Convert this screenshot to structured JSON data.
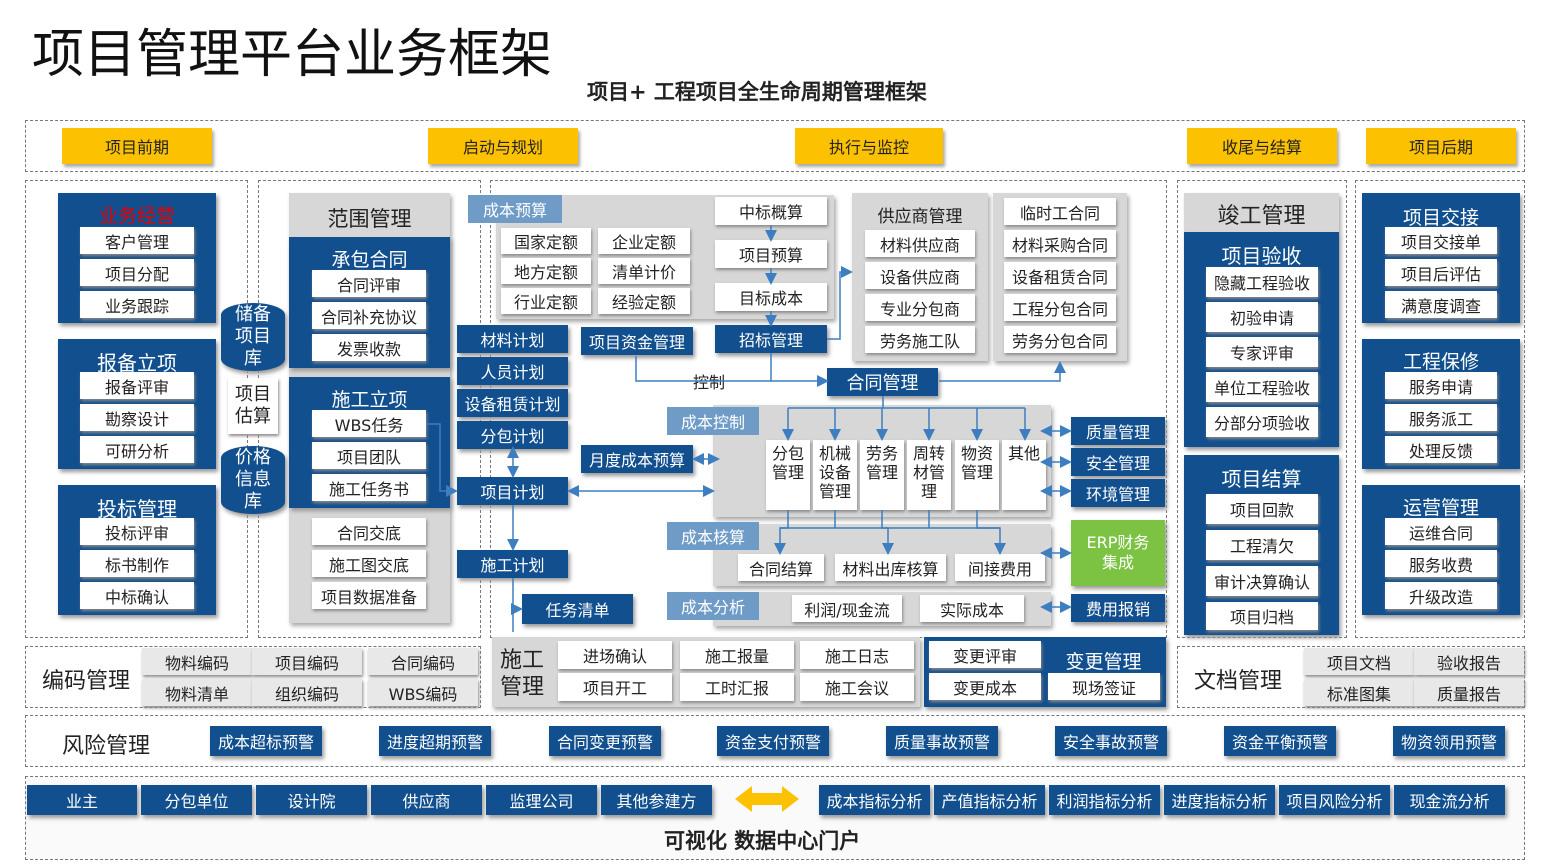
{
  "title": "项目管理平台业务框架",
  "subtitle": "项目+ 工程项目全生命周期管理框架",
  "phases": [
    "项目前期",
    "启动与规划",
    "执行与监控",
    "收尾与结算",
    "项目后期"
  ],
  "left_col": {
    "biz": {
      "title": "业务经营",
      "items": [
        "客户管理",
        "项目分配",
        "业务跟踪"
      ]
    },
    "report": {
      "title": "报备立项",
      "items": [
        "报备评审",
        "勘察设计",
        "可研分析"
      ]
    },
    "bid": {
      "title": "投标管理",
      "items": [
        "投标评审",
        "标书制作",
        "中标确认"
      ]
    },
    "repo": "储备项目库",
    "estimate": "项目估算",
    "price_lib": "价格信息库"
  },
  "scope": {
    "title": "范围管理",
    "contract": {
      "title": "承包合同",
      "items": [
        "合同评审",
        "合同补充协议",
        "发票收款"
      ]
    },
    "construct": {
      "title": "施工立项",
      "items": [
        "WBS任务",
        "项目团队",
        "施工任务书"
      ]
    },
    "gray_items": [
      "合同交底",
      "施工图交底",
      "项目数据准备"
    ]
  },
  "plans": [
    "材料计划",
    "人员计划",
    "设备租赁计划",
    "分包计划",
    "项目计划",
    "施工计划",
    "任务清单"
  ],
  "budget": {
    "label": "成本预算",
    "quotas": [
      "国家定额",
      "企业定额",
      "地方定额",
      "清单计价",
      "行业定额",
      "经验定额"
    ],
    "flow": [
      "中标概算",
      "项目预算",
      "目标成本"
    ],
    "bid_mgmt": "招标管理",
    "fund_mgmt": "项目资金管理",
    "control_text": "控制",
    "contract_mgmt": "合同管理",
    "monthly": "月度成本预算"
  },
  "supplier": {
    "title": "供应商管理",
    "items": [
      "材料供应商",
      "设备供应商",
      "专业分包商",
      "劳务施工队"
    ]
  },
  "contracts": [
    "临时工合同",
    "材料采购合同",
    "设备租赁合同",
    "工程分包合同",
    "劳务分包合同"
  ],
  "cost_control": {
    "label": "成本控制",
    "items": [
      "分包\n管理",
      "机械\n设备\n管理",
      "劳务\n管理",
      "周转\n材管\n理",
      "物资\n管理",
      "其他"
    ]
  },
  "cost_account": {
    "label": "成本核算",
    "items": [
      "合同结算",
      "材料出库核算",
      "间接费用"
    ]
  },
  "cost_analysis": {
    "label": "成本分析",
    "items": [
      "利润/现金流",
      "实际成本"
    ]
  },
  "right_mid": [
    "质量管理",
    "安全管理",
    "环境管理",
    "ERP财务\n集成",
    "费用报销"
  ],
  "completion": {
    "title": "竣工管理",
    "accept": {
      "title": "项目验收",
      "items": [
        "隐藏工程验收",
        "初验申请",
        "专家评审",
        "单位工程验收",
        "分部分项验收"
      ]
    },
    "settle": {
      "title": "项目结算",
      "items": [
        "项目回款",
        "工程清欠",
        "审计决算确认",
        "项目归档"
      ]
    }
  },
  "post": {
    "handover": {
      "title": "项目交接",
      "items": [
        "项目交接单",
        "项目后评估",
        "满意度调查"
      ]
    },
    "warranty": {
      "title": "工程保修",
      "items": [
        "服务申请",
        "服务派工",
        "处理反馈"
      ]
    },
    "ops": {
      "title": "运营管理",
      "items": [
        "运维合同",
        "服务收费",
        "升级改造"
      ]
    }
  },
  "coding": {
    "title": "编码管理",
    "items": [
      "物料编码",
      "项目编码",
      "合同编码",
      "物料清单",
      "组织编码",
      "WBS编码"
    ]
  },
  "construction": {
    "title": "施工管理",
    "items": [
      "进场确认",
      "施工报量",
      "施工日志",
      "项目开工",
      "工时汇报",
      "施工会议"
    ]
  },
  "change": {
    "title": "变更管理",
    "items": [
      "变更评审",
      "变更成本",
      "现场签证"
    ]
  },
  "docs": {
    "title": "文档管理",
    "items": [
      "项目文档",
      "验收报告",
      "标准图集",
      "质量报告"
    ]
  },
  "risk": {
    "title": "风险管理",
    "items": [
      "成本超标预警",
      "进度超期预警",
      "合同变更预警",
      "资金支付预警",
      "质量事故预警",
      "安全事故预警",
      "资金平衡预警",
      "物资领用预警"
    ]
  },
  "portal": {
    "parties": [
      "业主",
      "分包单位",
      "设计院",
      "供应商",
      "监理公司",
      "其他参建方"
    ],
    "analysis": [
      "成本指标分析",
      "产值指标分析",
      "利润指标分析",
      "进度指标分析",
      "项目风险分析",
      "现金流分析"
    ],
    "title": "可视化 数据中心门户"
  },
  "colors": {
    "navy": "#114f8e",
    "gold": "#fcc100",
    "label_blue": "#6f9bc7",
    "gray": "#d7d7d7",
    "green": "#7cc243",
    "red": "#e60000"
  }
}
